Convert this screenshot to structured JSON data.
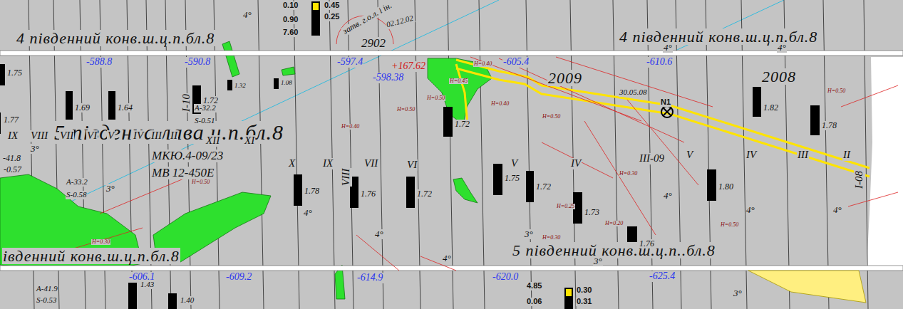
{
  "diagram": {
    "labels": [
      "4 південний конв.ш.ц.п.бл.8",
      "4 південний конв.ш.ц.п.бл.8",
      "5 південна лава ц.п.бл.8",
      "МКЮ.4-09/23",
      "МВ 12-450Е",
      "5 південний конв.ш.ц.п..бл.8",
      "івденний конв.ш.ц.п.бл.8",
      "-588.8",
      "-590.8",
      "-597.4",
      "-598.38",
      "+167.62",
      "-605.4",
      "-610.6",
      "-606.1",
      "-609.2",
      "-614.9",
      "-620.0",
      "-625.4",
      "2902",
      "02.12.02",
      "2009",
      "2008",
      "30.05.08",
      "N1",
      "1.75",
      "1.77",
      "1.69",
      "1.64",
      "1.72",
      "1.32",
      "1.08",
      "1.72",
      "1.82",
      "1.78",
      "1.78",
      "1.76",
      "1.72",
      "1.75",
      "1.72",
      "1.73",
      "1.80",
      "1.76",
      "IX",
      "VIII",
      "VII",
      "VI",
      "V",
      "IV",
      "III",
      "II",
      "I-10",
      "XII",
      "XI",
      "X",
      "IX",
      "VIII",
      "VII",
      "VI",
      "V",
      "IV",
      "III-09",
      "V",
      "IV",
      "III",
      "II",
      "I-08",
      "-41.8",
      "-0.57",
      "A-32.2",
      "S-0.51",
      "A-33.2",
      "S-0.58",
      "A-41.9",
      "S-0.53",
      "0.10",
      "0.45",
      "0.90",
      "0.25",
      "7.60",
      "4.85",
      "0.06",
      "0.30",
      "0.31",
      "1.43",
      "1.40",
      "3°",
      "3°",
      "4°",
      "4°",
      "4°",
      "4°",
      "4°",
      "4°",
      "3°",
      "4°",
      "4°",
      "4°",
      "3°",
      "3°",
      "H=0.50",
      "H=0.40",
      "H=0.50",
      "H=0.40",
      "H=0.50",
      "H=0.45",
      "H=0.50",
      "H=0.30",
      "H=0.20",
      "H=0.50",
      "H=0.30",
      "H=0.25",
      "H=0.40",
      "H=0.30",
      "H=0.50",
      "затв. г.о.л. і ін."
    ]
  }
}
